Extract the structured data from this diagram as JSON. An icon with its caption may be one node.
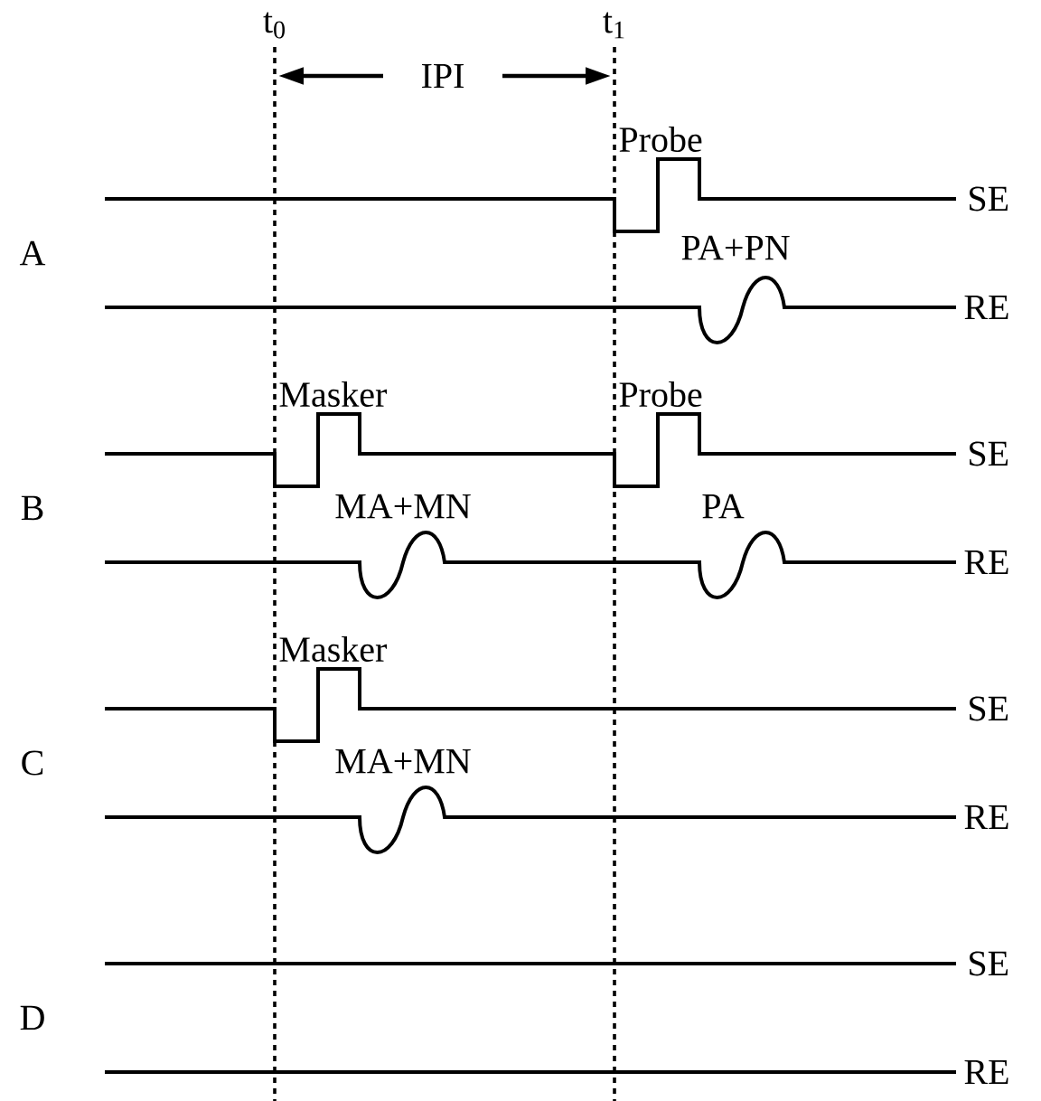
{
  "diagram": {
    "labels": [
      "t$_{0}$",
      "t$_{1}$",
      "IPI",
      "Probe",
      "SE",
      "A",
      "PA+PN",
      "RE",
      "Masker",
      "Probe",
      "SE",
      "B",
      "MA+MN",
      "PA",
      "RE",
      "Masker",
      "SE",
      "C",
      "MA+MN",
      "RE",
      "SE",
      "D",
      "RE"
    ]
  }
}
